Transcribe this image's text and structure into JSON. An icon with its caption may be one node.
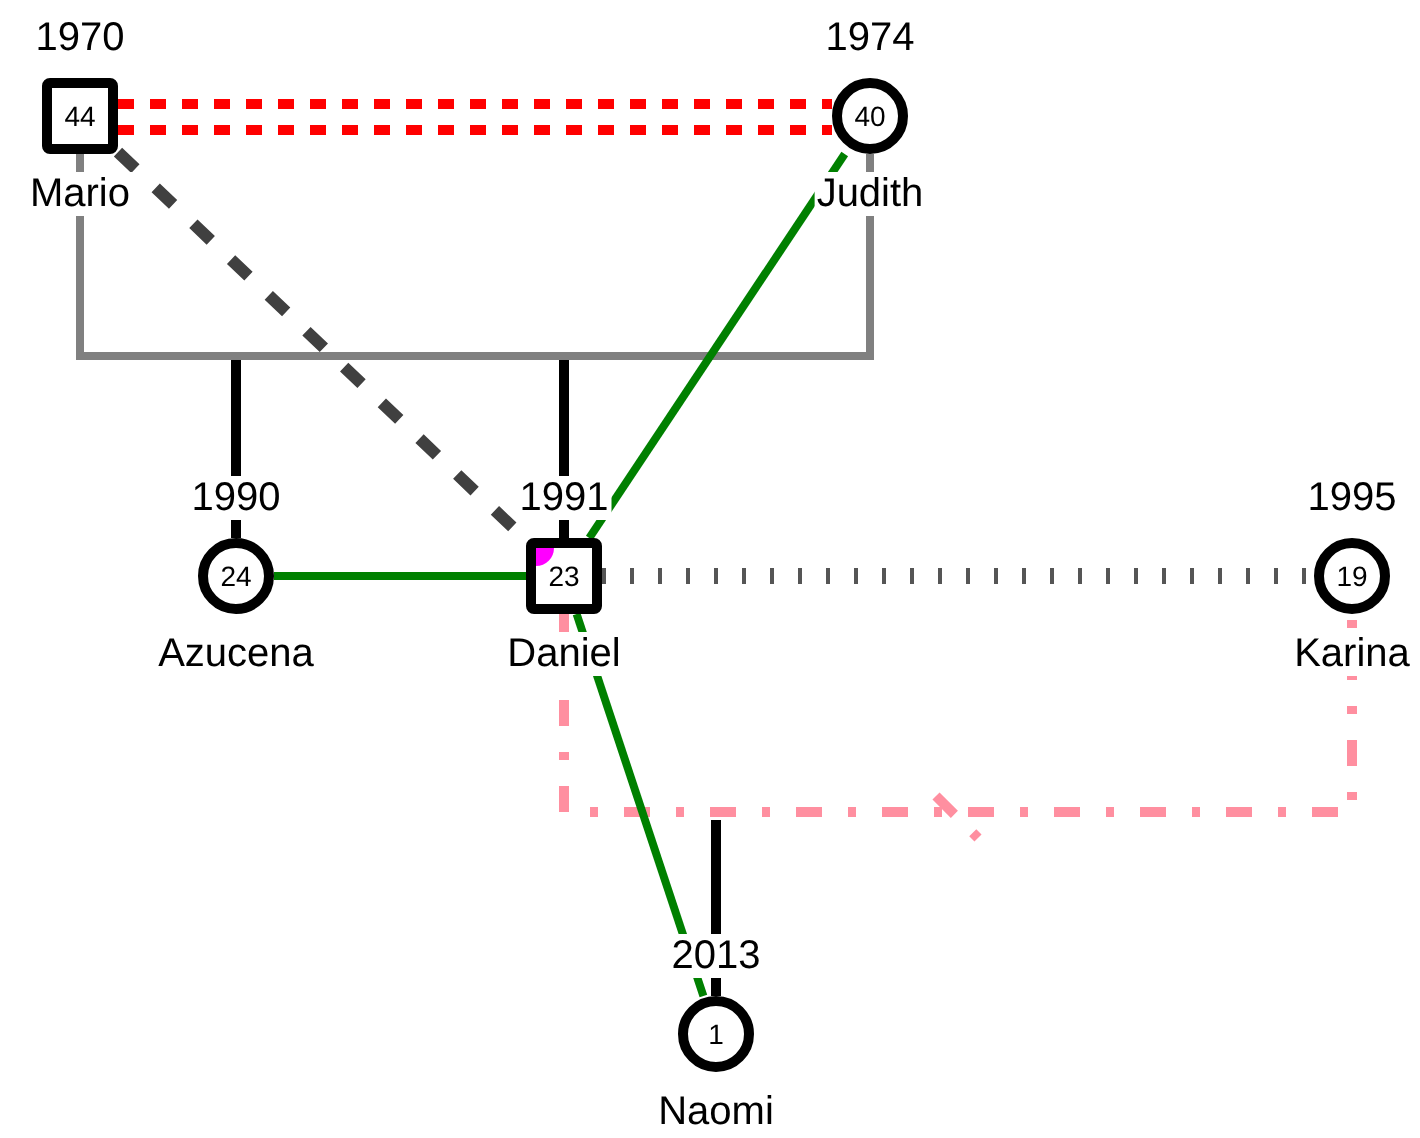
{
  "diagram": {
    "nodes": [
      {
        "text": [
          "44"
        ],
        "beside": [
          "1970",
          "Mario"
        ]
      },
      {
        "text": [
          "40"
        ],
        "beside": [
          "1974",
          "Judith"
        ]
      },
      {
        "text": [
          "24"
        ],
        "beside": [
          "1990",
          "Azucena"
        ]
      },
      {
        "text": [
          "23"
        ],
        "beside": [
          "1991",
          "Daniel"
        ]
      },
      {
        "text": [
          "19"
        ],
        "beside": [
          "1995",
          "Karina"
        ]
      },
      {
        "text": [
          "1"
        ],
        "beside": [
          "2013",
          "Naomi"
        ]
      }
    ],
    "edges": [
      {
        "from": 0,
        "to": 1,
        "arrow": "none",
        "color": "#808080"
      },
      {
        "from": 0,
        "to": 1,
        "arrow": "none",
        "style": "dashed",
        "color": "#ff0000"
      },
      {
        "from": null,
        "to": 2,
        "arrow": "none",
        "color": "#000000"
      },
      {
        "from": null,
        "to": 3,
        "arrow": "none",
        "color": "#000000"
      },
      {
        "from": 0,
        "to": 3,
        "arrow": "none",
        "style": "dashed",
        "color": "#404040"
      },
      {
        "from": 1,
        "to": 3,
        "arrow": "none",
        "color": "#008000"
      },
      {
        "from": 2,
        "to": 3,
        "arrow": "none",
        "color": "#008000"
      },
      {
        "from": 3,
        "to": 4,
        "arrow": "none",
        "style": "dashed",
        "color": "#555555"
      },
      {
        "from": 3,
        "to": 4,
        "arrow": "none",
        "style": "dashed",
        "color": "#ff8fa0"
      },
      {
        "from": null,
        "to": 5,
        "arrow": "none",
        "color": "#000000"
      },
      {
        "from": 3,
        "to": 5,
        "arrow": "none",
        "color": "#008000"
      }
    ]
  }
}
